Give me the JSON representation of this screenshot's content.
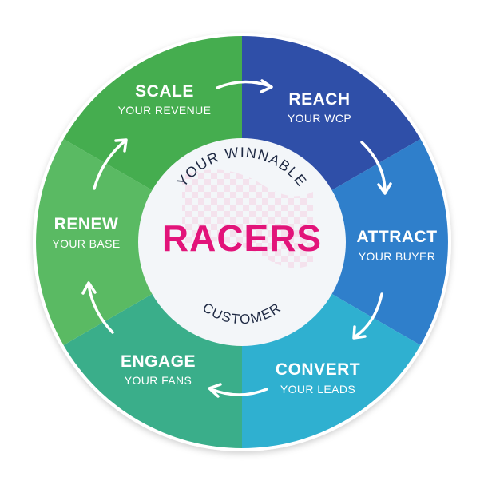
{
  "center": {
    "top_text": "YOUR WINNABLE",
    "main_text": "RACERS",
    "bottom_text": "CUSTOMER"
  },
  "stages": [
    {
      "id": "reach",
      "title": "REACH",
      "subtitle": "YOUR WCP"
    },
    {
      "id": "attract",
      "title": "ATTRACT",
      "subtitle": "YOUR BUYER"
    },
    {
      "id": "convert",
      "title": "CONVERT",
      "subtitle": "YOUR LEADS"
    },
    {
      "id": "engage",
      "title": "ENGAGE",
      "subtitle": "YOUR FANS"
    },
    {
      "id": "renew",
      "title": "RENEW",
      "subtitle": "YOUR BASE"
    },
    {
      "id": "scale",
      "title": "SCALE",
      "subtitle": "YOUR REVENUE"
    }
  ],
  "colors": {
    "reach": "#2f4fa8",
    "attract": "#2f7fcb",
    "convert": "#2fb0d0",
    "engage": "#3aae8a",
    "renew": "#5aba63",
    "scale": "#45ad4f",
    "center_text": "#e2147a",
    "center_bg": "#f3f6f9"
  }
}
